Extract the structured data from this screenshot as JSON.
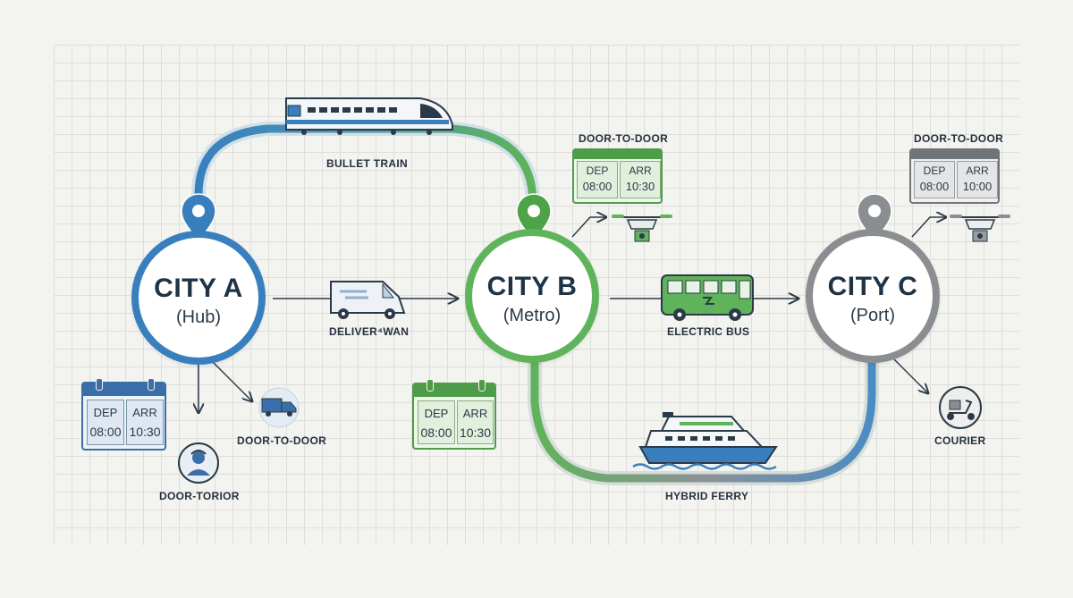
{
  "cities": {
    "a": {
      "name": "CITY A",
      "sub": "(Hub)"
    },
    "b": {
      "name": "CITY B",
      "sub": "(Metro)"
    },
    "c": {
      "name": "CITY C",
      "sub": "(Port)"
    }
  },
  "routes": {
    "train": "BULLET TRAIN",
    "van": "DELIVER⁴WAN",
    "bus": "ELECTRIC BUS",
    "ferry": "HYBRID FERRY"
  },
  "last_mile": {
    "a_truck": "DOOR-TO-DOOR",
    "a_person": "DOOR-TORIOR",
    "b_drone": "DOOR-TO-DOOR",
    "c_drone": "DOOR-TO-DOOR",
    "c_scooter": "COURIER"
  },
  "schedules": {
    "a": {
      "dep_label": "DEP",
      "arr_label": "ARR",
      "dep": "08:00",
      "arr": "10:30"
    },
    "b": {
      "dep_label": "DEP",
      "arr_label": "ARR",
      "dep": "08:00",
      "arr": "10:30"
    },
    "b_drone": {
      "dep_label": "DEP",
      "arr_label": "ARR",
      "dep": "08:00",
      "arr": "10:30"
    },
    "c_drone": {
      "dep_label": "DEP",
      "arr_label": "ARR",
      "dep": "08:00",
      "arr": "10:00"
    }
  },
  "colors": {
    "city_a": "#3a7fbd",
    "city_b": "#5fb35a",
    "city_c": "#8b8e91",
    "text": "#1f3346"
  }
}
